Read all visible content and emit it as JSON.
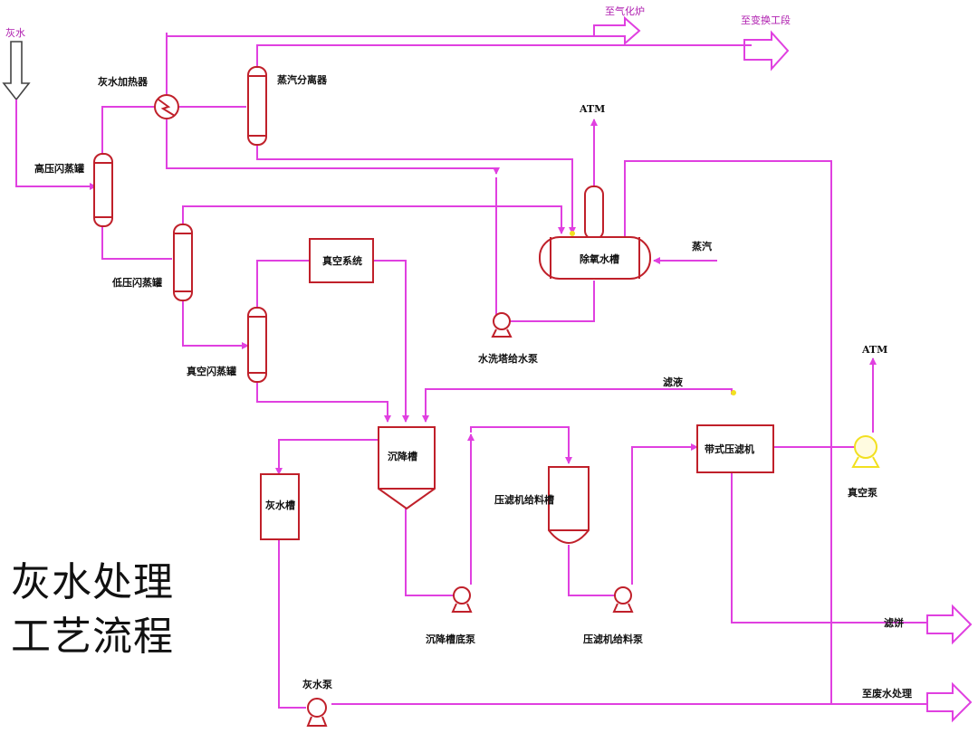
{
  "title": {
    "line1": "灰水处理",
    "line2": "工艺流程"
  },
  "inlet": {
    "label": "灰水"
  },
  "outlets": {
    "to_gasifier": "至气化炉",
    "to_shift": "至变换工段",
    "filter_cake": "滤饼",
    "to_wastewater": "至废水处理"
  },
  "equipment": {
    "hp_flash_tank": "高压闪蒸罐",
    "greywater_heater": "灰水加热器",
    "steam_separator": "蒸汽分离器",
    "lp_flash_tank": "低压闪蒸罐",
    "vacuum_system": "真空系统",
    "vacuum_flash_tank": "真空闪蒸罐",
    "deaerator": "除氧水槽",
    "deaerator_pump": "水洗塔给水泵",
    "settler": "沉降槽",
    "greywater_tank": "灰水槽",
    "filter_feed_tank": "压滤机给料槽",
    "filter": "带式压滤机",
    "vacuum_pump": "真空泵",
    "settler_bottom_pump": "沉降槽底泵",
    "filter_feed_pump": "压滤机给料泵",
    "greywater_pump": "灰水泵"
  },
  "streams": {
    "steam": "蒸汽",
    "filtrate": "滤液",
    "atm_1": "ATM",
    "atm_2": "ATM"
  },
  "colors": {
    "pipe": "#e040e0",
    "equipment": "#c0202a",
    "inlet_arrow": "#666666"
  }
}
